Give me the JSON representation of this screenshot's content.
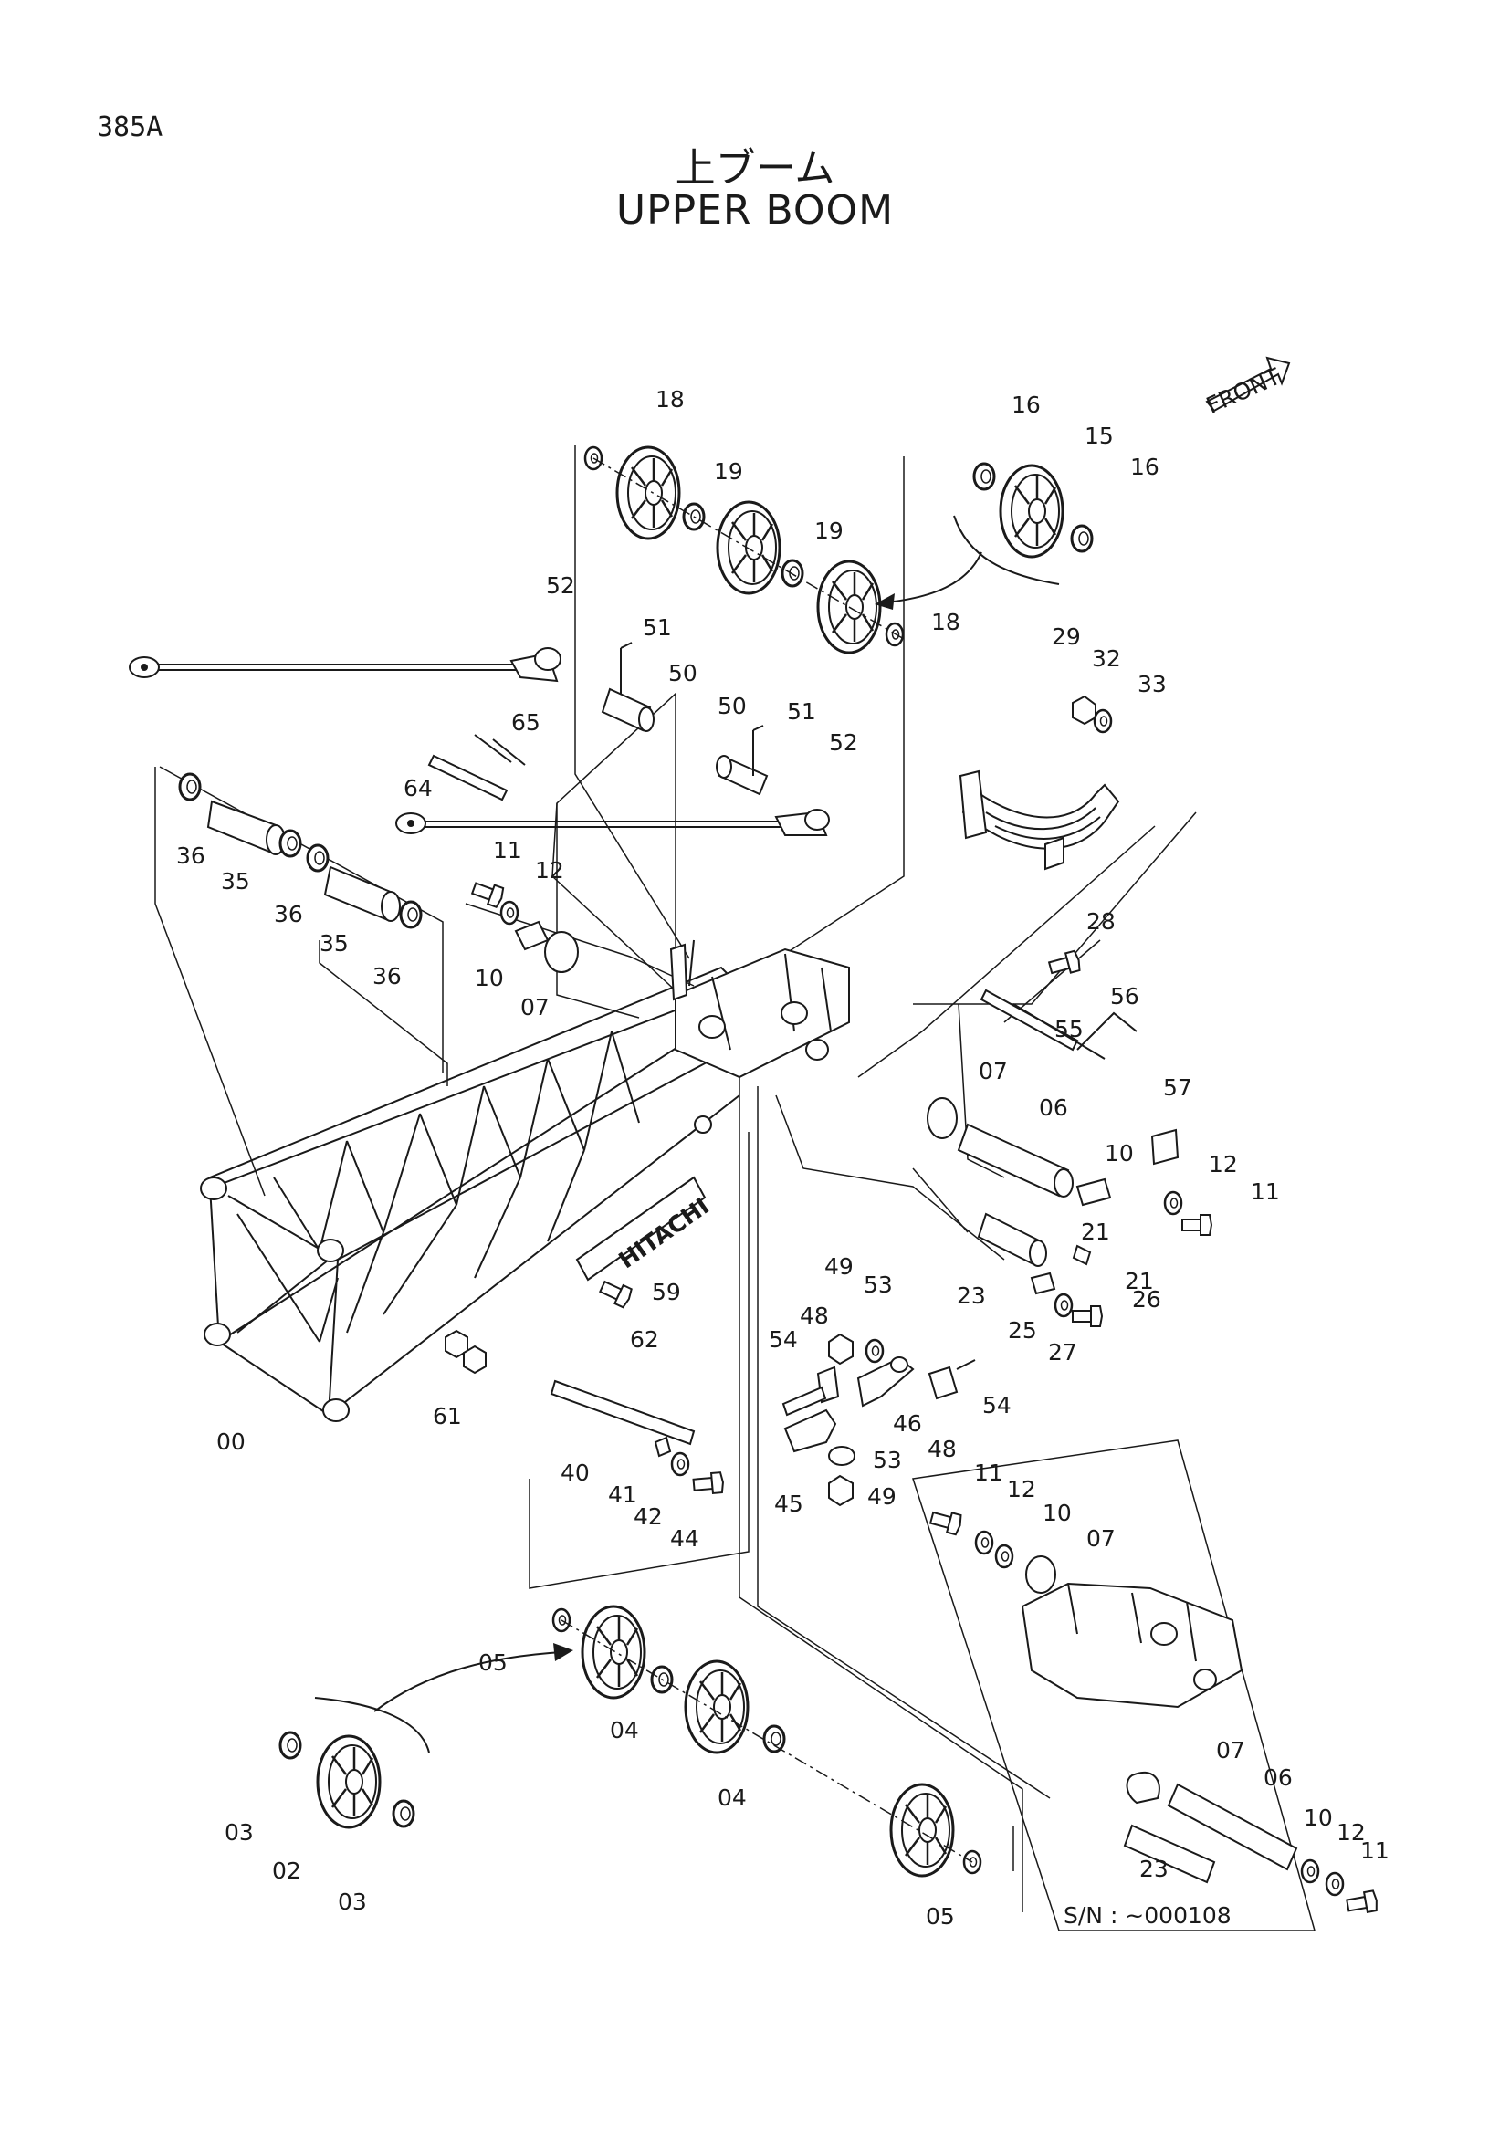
{
  "page_code": "385A",
  "title_jp": "上ブーム",
  "title_en": "UPPER BOOM",
  "front_label": "FRONT",
  "brand_plate": "HITACHI",
  "serial_note": "S/N : ~000108",
  "callouts": [
    {
      "id": "c18a",
      "text": "18"
    },
    {
      "id": "c19a",
      "text": "19"
    },
    {
      "id": "c19b",
      "text": "19"
    },
    {
      "id": "c18b",
      "text": "18"
    },
    {
      "id": "c16a",
      "text": "16"
    },
    {
      "id": "c15",
      "text": "15"
    },
    {
      "id": "c16b",
      "text": "16"
    },
    {
      "id": "c52a",
      "text": "52"
    },
    {
      "id": "c51a",
      "text": "51"
    },
    {
      "id": "c50a",
      "text": "50"
    },
    {
      "id": "c50b",
      "text": "50"
    },
    {
      "id": "c51b",
      "text": "51"
    },
    {
      "id": "c52b",
      "text": "52"
    },
    {
      "id": "c29",
      "text": "29"
    },
    {
      "id": "c32",
      "text": "32"
    },
    {
      "id": "c33",
      "text": "33"
    },
    {
      "id": "c65",
      "text": "65"
    },
    {
      "id": "c64",
      "text": "64"
    },
    {
      "id": "c36a",
      "text": "36"
    },
    {
      "id": "c35a",
      "text": "35"
    },
    {
      "id": "c36b",
      "text": "36"
    },
    {
      "id": "c35b",
      "text": "35"
    },
    {
      "id": "c36c",
      "text": "36"
    },
    {
      "id": "c11a",
      "text": "11"
    },
    {
      "id": "c12a",
      "text": "12"
    },
    {
      "id": "c10a",
      "text": "10"
    },
    {
      "id": "c07a",
      "text": "07"
    },
    {
      "id": "c28",
      "text": "28"
    },
    {
      "id": "c56",
      "text": "56"
    },
    {
      "id": "c55",
      "text": "55"
    },
    {
      "id": "c57",
      "text": "57"
    },
    {
      "id": "c07b",
      "text": "07"
    },
    {
      "id": "c06a",
      "text": "06"
    },
    {
      "id": "c10b",
      "text": "10"
    },
    {
      "id": "c12b",
      "text": "12"
    },
    {
      "id": "c11b",
      "text": "11"
    },
    {
      "id": "c21a",
      "text": "21"
    },
    {
      "id": "c21b",
      "text": "21"
    },
    {
      "id": "c23a",
      "text": "23"
    },
    {
      "id": "c25",
      "text": "25"
    },
    {
      "id": "c26",
      "text": "26"
    },
    {
      "id": "c27",
      "text": "27"
    },
    {
      "id": "c59",
      "text": "59"
    },
    {
      "id": "c62",
      "text": "62"
    },
    {
      "id": "c61",
      "text": "61"
    },
    {
      "id": "c00",
      "text": "00"
    },
    {
      "id": "c49a",
      "text": "49"
    },
    {
      "id": "c53a",
      "text": "53"
    },
    {
      "id": "c48a",
      "text": "48"
    },
    {
      "id": "c54a",
      "text": "54"
    },
    {
      "id": "c54b",
      "text": "54"
    },
    {
      "id": "c46",
      "text": "46"
    },
    {
      "id": "c48b",
      "text": "48"
    },
    {
      "id": "c53b",
      "text": "53"
    },
    {
      "id": "c45",
      "text": "45"
    },
    {
      "id": "c49b",
      "text": "49"
    },
    {
      "id": "c40",
      "text": "40"
    },
    {
      "id": "c41",
      "text": "41"
    },
    {
      "id": "c42",
      "text": "42"
    },
    {
      "id": "c44",
      "text": "44"
    },
    {
      "id": "c11c",
      "text": "11"
    },
    {
      "id": "c12c",
      "text": "12"
    },
    {
      "id": "c10c",
      "text": "10"
    },
    {
      "id": "c07c",
      "text": "07"
    },
    {
      "id": "c05a",
      "text": "05"
    },
    {
      "id": "c04a",
      "text": "04"
    },
    {
      "id": "c04b",
      "text": "04"
    },
    {
      "id": "c05b",
      "text": "05"
    },
    {
      "id": "c03a",
      "text": "03"
    },
    {
      "id": "c02",
      "text": "02"
    },
    {
      "id": "c03b",
      "text": "03"
    },
    {
      "id": "c07d",
      "text": "07"
    },
    {
      "id": "c06b",
      "text": "06"
    },
    {
      "id": "c10d",
      "text": "10"
    },
    {
      "id": "c12d",
      "text": "12"
    },
    {
      "id": "c11d",
      "text": "11"
    },
    {
      "id": "c23b",
      "text": "23"
    }
  ]
}
